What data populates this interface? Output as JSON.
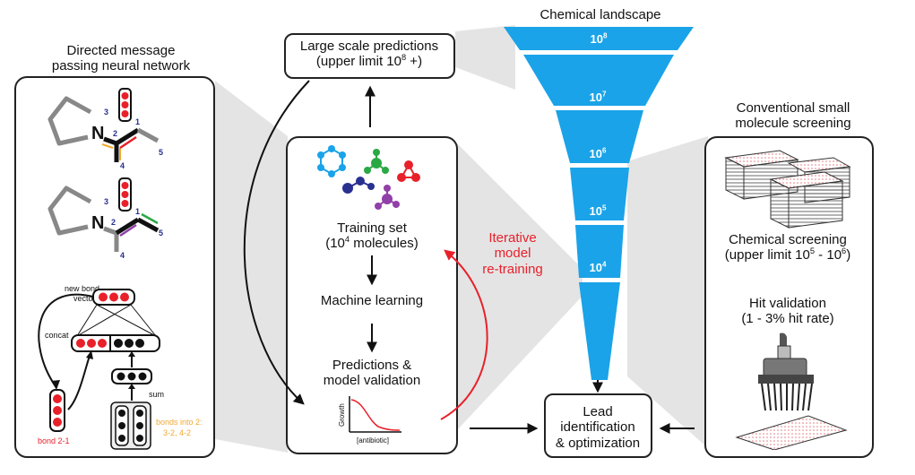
{
  "dmpnn": {
    "title_line1": "Directed message",
    "title_line2": "passing neural network",
    "atom_label": "N",
    "mol1_numbers": [
      "3",
      "2",
      "1",
      "4",
      "5"
    ],
    "mol2_numbers": [
      "3",
      "2",
      "1",
      "4",
      "5"
    ],
    "new_bond_vector_line1": "new bond",
    "new_bond_vector_line2": "vector",
    "concat_label": "concat",
    "sum_label": "sum",
    "bond_label": "bond 2-1",
    "bonds_into_line1": "bonds into 2:",
    "bonds_into_line2": "3-2, 4-2"
  },
  "large_scale": {
    "line1": "Large scale predictions",
    "line2_pre": "(upper limit 10",
    "line2_exp": "8",
    "line2_post": " +)"
  },
  "training": {
    "set_line1": "Training set",
    "set_line2_pre": "(10",
    "set_line2_exp": "4",
    "set_line2_post": " molecules)",
    "ml": "Machine learning",
    "pred_line1": "Predictions &",
    "pred_line2": "model validation",
    "plot_ylabel": "Growth",
    "plot_xlabel": "[antibiotic]"
  },
  "retraining": {
    "line1": "Iterative",
    "line2": "model",
    "line3": "re-training",
    "color": "#e8202a"
  },
  "landscape": {
    "title": "Chemical landscape",
    "color": "#1aa3e8",
    "levels": [
      {
        "base": "10",
        "exp": "8"
      },
      {
        "base": "10",
        "exp": "7"
      },
      {
        "base": "10",
        "exp": "6"
      },
      {
        "base": "10",
        "exp": "5"
      },
      {
        "base": "10",
        "exp": "4"
      }
    ]
  },
  "lead": {
    "line1": "Lead",
    "line2": "identification",
    "line3": "& optimization"
  },
  "conventional": {
    "title_line1": "Conventional small",
    "title_line2": "molecule screening",
    "screen_line1": "Chemical screening",
    "screen_line2_pre": "(upper limit 10",
    "screen_line2_exp1": "5",
    "screen_line2_mid": " - 10",
    "screen_line2_exp2": "6",
    "screen_line2_post": ")",
    "hit_line1": "Hit validation",
    "hit_line2": "(1 - 3% hit rate)"
  },
  "colors": {
    "red": "#e8202a",
    "orange": "#f0a830",
    "green": "#2aa844",
    "purple": "#9040a8",
    "navy": "#283090",
    "blue": "#1aa3e8",
    "grey": "#888888"
  }
}
